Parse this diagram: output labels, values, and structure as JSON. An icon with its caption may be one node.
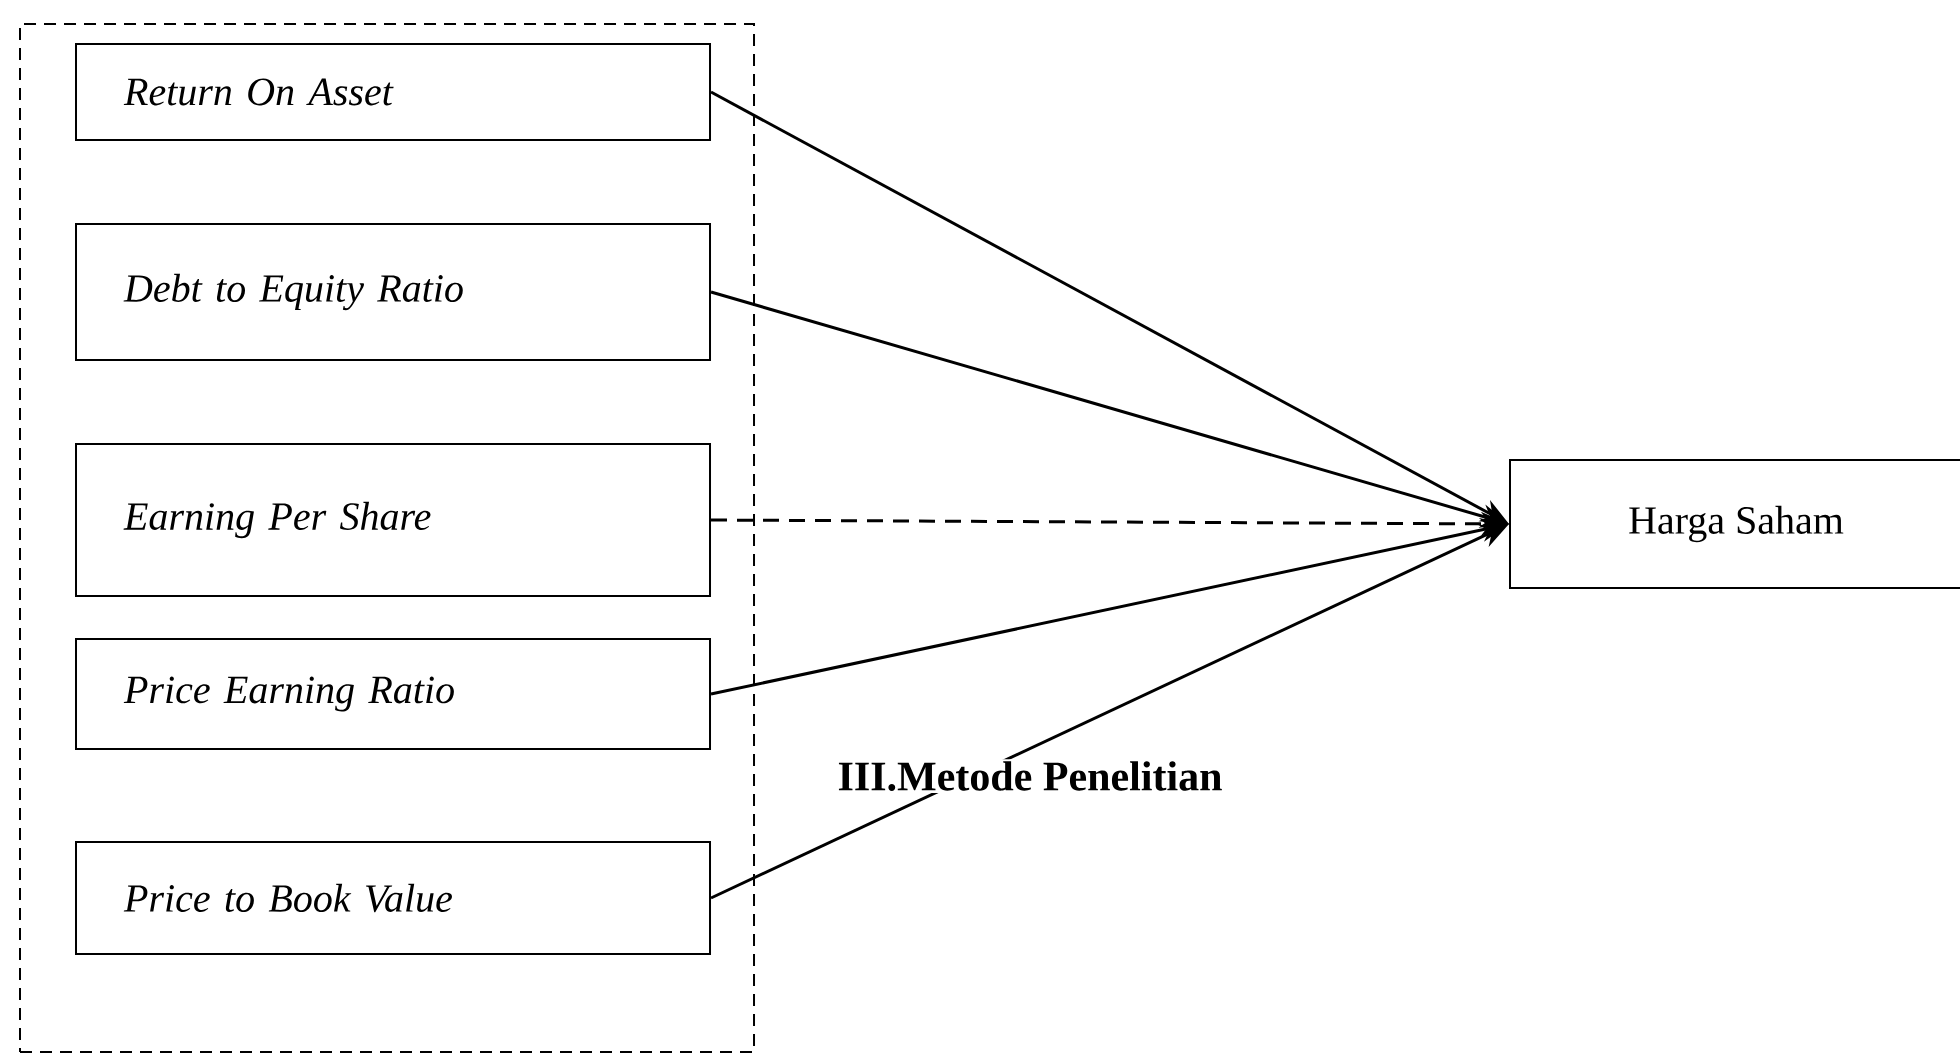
{
  "diagram": {
    "nodes": [
      {
        "text": [],
        "shape": "box"
      },
      {
        "text": [
          "Return On Asset"
        ],
        "in": 0
      },
      {
        "text": [
          "Debt to Equity Ratio"
        ],
        "in": 0
      },
      {
        "text": [
          "Earning Per Share"
        ],
        "in": 0
      },
      {
        "text": [
          "Price Earning Ratio"
        ],
        "in": 0
      },
      {
        "text": [
          "Price to Book Value"
        ],
        "in": 0
      },
      {
        "text": [
          "Harga Saham"
        ]
      }
    ],
    "edges": [
      {
        "from": 1,
        "to": 6,
        "arrow": "to"
      },
      {
        "from": 2,
        "to": 6,
        "arrow": "to"
      },
      {
        "from": 3,
        "to": 6,
        "arrow": "to",
        "style": "dashed"
      },
      {
        "from": 4,
        "to": 6,
        "arrow": "to"
      },
      {
        "from": 5,
        "to": 6,
        "arrow": "to"
      }
    ],
    "labels": [
      "III.Metode Penelitian"
    ]
  }
}
